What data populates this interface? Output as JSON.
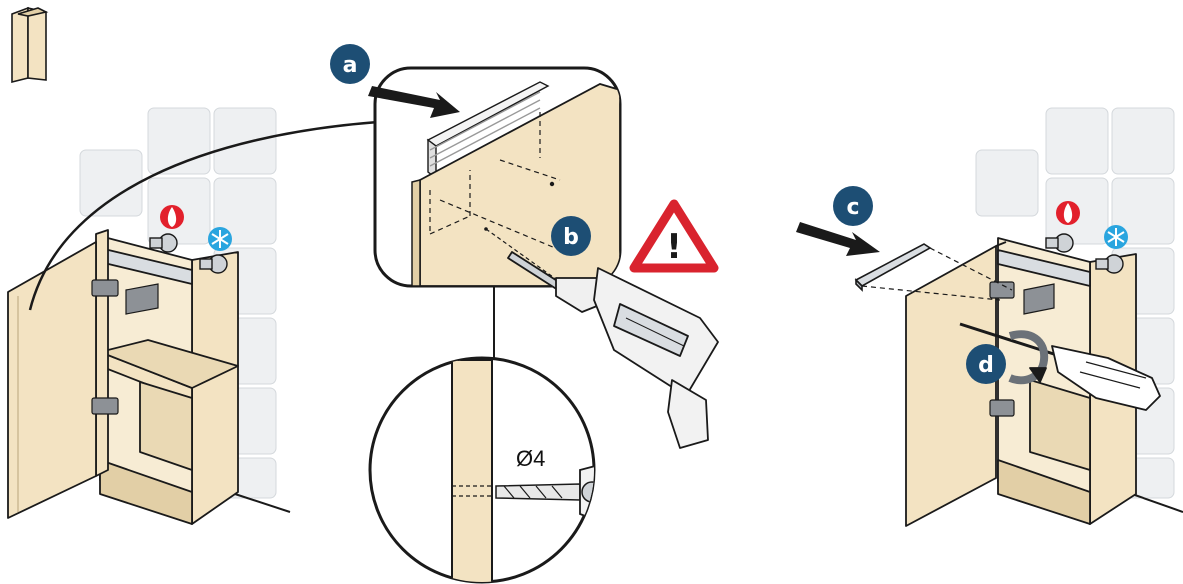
{
  "steps": {
    "a": "a",
    "b": "b",
    "c": "c",
    "d": "d"
  },
  "warning": {
    "symbol": "!",
    "color": "#d9232e"
  },
  "drill_diameter": "Ø4",
  "icons": {
    "hot_water": "flame-icon",
    "cold_water": "snowflake-icon",
    "panel_thumbnail": "side-panel-icon"
  },
  "colors": {
    "wood": "#f3e3c2",
    "wood_dark": "#e2cfa6",
    "badge": "#1d4e74",
    "hot": "#e2202c",
    "cold": "#2aa5df",
    "tile": "#e9ecef",
    "line": "#1a1a1a"
  }
}
